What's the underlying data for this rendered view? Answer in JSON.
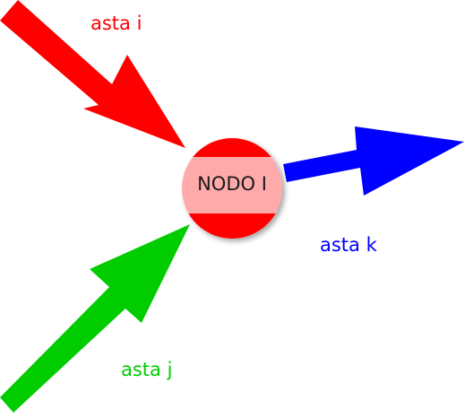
{
  "node": {
    "label": "NODO I",
    "fill_color": "#ffaaaa",
    "stripe_color": "#ff0000"
  },
  "edges": [
    {
      "id": "i",
      "label": "asta i",
      "direction": "incoming",
      "color": "#ff0000"
    },
    {
      "id": "j",
      "label": "asta j",
      "direction": "incoming",
      "color": "#00cc00"
    },
    {
      "id": "k",
      "label": "asta k",
      "direction": "outgoing",
      "color": "#0000ff"
    }
  ]
}
